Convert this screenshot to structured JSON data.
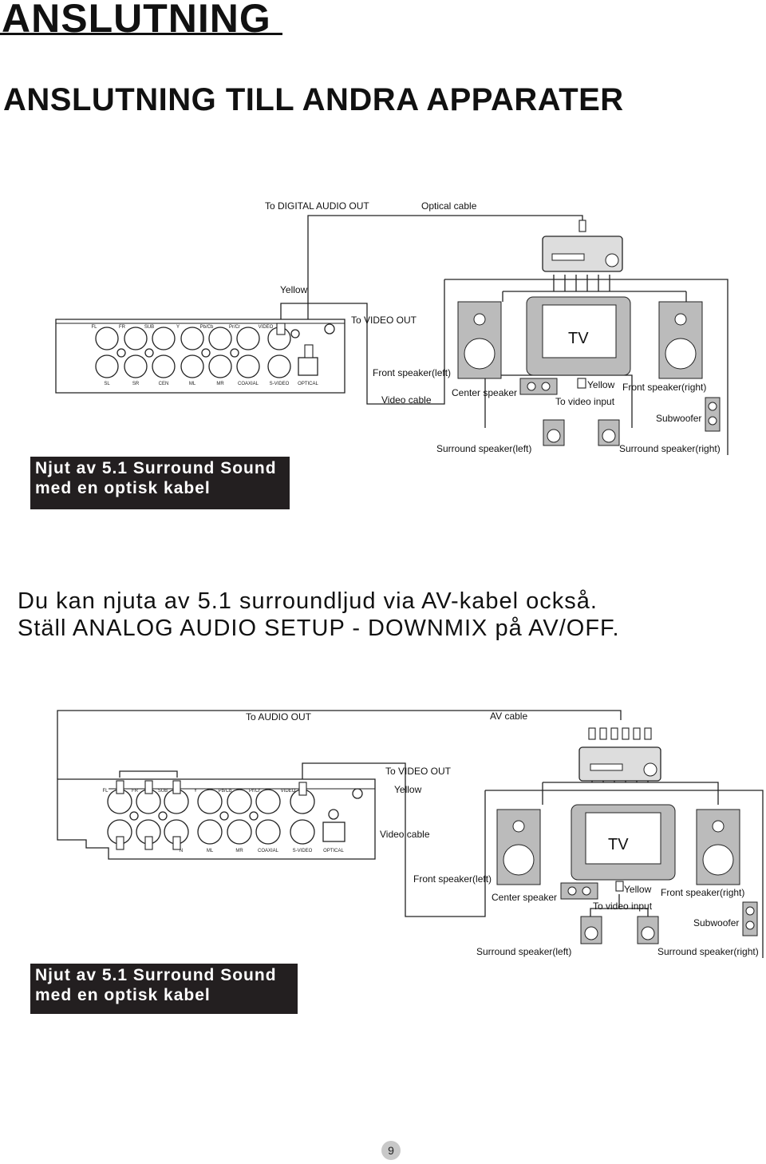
{
  "header": {
    "title": "ANSLUTNING",
    "subtitle": "ANSLUTNING TILL ANDRA APPARATER"
  },
  "diagram1": {
    "labels": {
      "to_digital_audio_out": "To DIGITAL AUDIO OUT",
      "optical_cable": "Optical cable",
      "yellow_top": "Yellow",
      "to_video_out": "To VIDEO OUT",
      "front_left": "Front speaker(left)",
      "video_cable": "Video cable",
      "center": "Center speaker",
      "yellow_tv": "Yellow",
      "front_right": "Front speaker(right)",
      "to_video_input": "To video input",
      "subwoofer": "Subwoofer",
      "surround_left": "Surround speaker(left)",
      "surround_right": "Surround speaker(right)",
      "tv": "TV"
    },
    "jacks_top": [
      "FL",
      "FR",
      "SUB",
      "Y",
      "Pb/Cb",
      "Pr/Cr",
      "VIDEO"
    ],
    "jacks_bottom": [
      "SL",
      "SR",
      "CEN",
      "ML",
      "MR",
      "COAXIAL",
      "S-VIDEO",
      "OPTICAL"
    ]
  },
  "banner1": {
    "line1": "Njut av 5.1 Surround Sound",
    "line2": "med en optisk kabel"
  },
  "body": {
    "line1": "Du kan njuta av 5.1 surroundljud via AV-kabel också.",
    "line2": "Ställ ANALOG AUDIO SETUP - DOWNMIX på AV/OFF."
  },
  "diagram2": {
    "labels": {
      "to_audio_out": "To AUDIO OUT",
      "av_cable": "AV cable",
      "to_video_out": "To VIDEO OUT",
      "yellow_top": "Yellow",
      "video_cable": "Video cable",
      "front_left": "Front speaker(left)",
      "center": "Center speaker",
      "yellow_tv": "Yellow",
      "front_right": "Front speaker(right)",
      "to_video_input": "To video input",
      "subwoofer": "Subwoofer",
      "surround_left": "Surround speaker(left)",
      "surround_right": "Surround speaker(right)",
      "tv": "TV"
    },
    "jacks_top": [
      "FL",
      "FR",
      "SUB",
      "Y",
      "Pb/Cb",
      "Pr/Cr",
      "VIDEO"
    ],
    "jacks_bottom": [
      "N",
      "ML",
      "MR",
      "COAXIAL",
      "S-VIDEO",
      "OPTICAL"
    ]
  },
  "banner2": {
    "line1": "Njut av 5.1 Surround Sound",
    "line2": "med en optisk kabel"
  },
  "footer": {
    "page_number": "9"
  }
}
